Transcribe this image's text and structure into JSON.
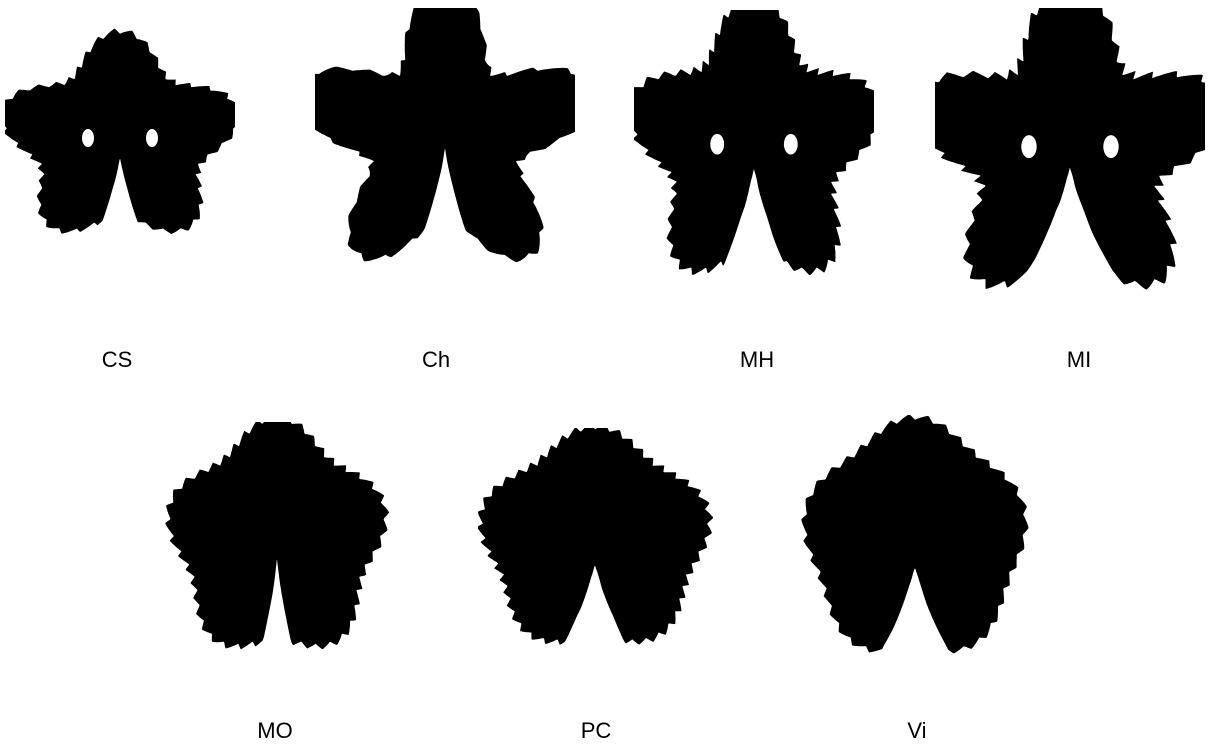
{
  "figure": {
    "background": "#ffffff",
    "leaf_color": "#000000",
    "leaves": [
      {
        "label": "CS",
        "icon": "grape-leaf-silhouette"
      },
      {
        "label": "Ch",
        "icon": "grape-leaf-silhouette"
      },
      {
        "label": "MH",
        "icon": "grape-leaf-silhouette"
      },
      {
        "label": "MI",
        "icon": "grape-leaf-silhouette"
      },
      {
        "label": "MO",
        "icon": "grape-leaf-silhouette"
      },
      {
        "label": "PC",
        "icon": "grape-leaf-silhouette"
      },
      {
        "label": "Vi",
        "icon": "grape-leaf-silhouette"
      }
    ]
  }
}
